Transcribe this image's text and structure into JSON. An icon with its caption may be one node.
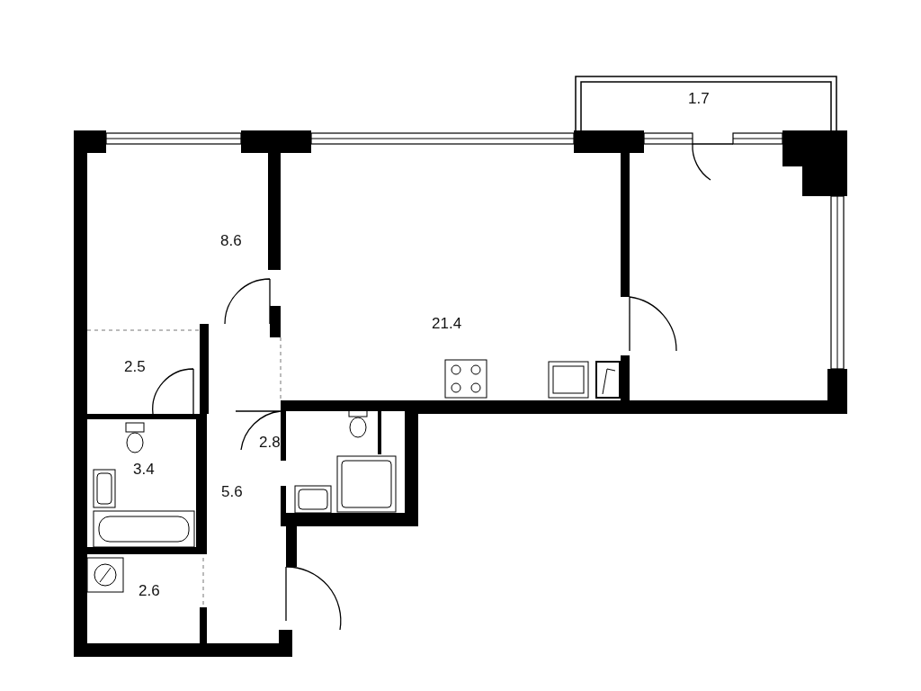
{
  "diagram": {
    "labels": [
      "1.7",
      "8.6",
      "21.4",
      "2.5",
      "3.4",
      "2.8",
      "5.6",
      "2.6"
    ]
  }
}
